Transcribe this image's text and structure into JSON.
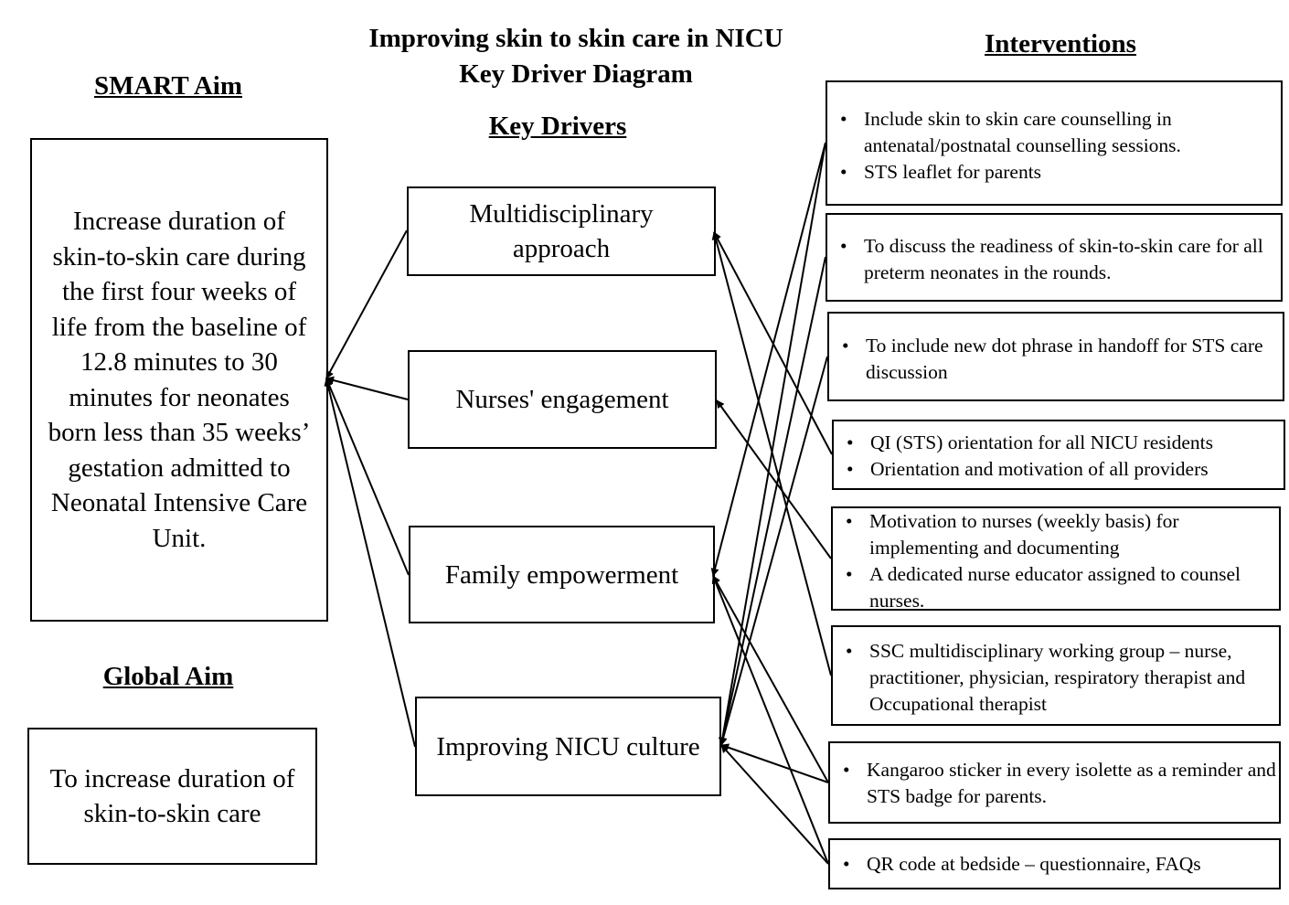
{
  "title": {
    "line1": "Improving skin to skin care in NICU",
    "line2": "Key Driver Diagram"
  },
  "headings": {
    "smart_aim": "SMART Aim",
    "key_drivers": "Key Drivers",
    "interventions": "Interventions",
    "global_aim": "Global Aim"
  },
  "smart_aim": {
    "text": "Increase duration of skin-to-skin care during the first four weeks of life from the baseline of 12.8 minutes to 30 minutes for neonates born less than 35 weeks’ gestation admitted to Neonatal Intensive Care Unit."
  },
  "global_aim": {
    "text": "To increase duration of skin-to-skin care"
  },
  "drivers": [
    {
      "label": "Multidisciplinary approach"
    },
    {
      "label": "Nurses' engagement"
    },
    {
      "label": "Family empowerment"
    },
    {
      "label": "Improving NICU culture"
    }
  ],
  "interventions": [
    {
      "items": [
        "Include skin to skin care counselling in antenatal/postnatal counselling sessions.",
        "STS leaflet for parents"
      ]
    },
    {
      "items": [
        "To discuss the readiness of skin-to-skin care for all preterm neonates in the rounds."
      ]
    },
    {
      "items": [
        "To include new dot phrase in handoff for STS care discussion"
      ]
    },
    {
      "items": [
        "QI (STS) orientation for all NICU residents",
        "Orientation and motivation of all providers"
      ]
    },
    {
      "items": [
        "Motivation to nurses (weekly basis) for implementing and documenting",
        "A dedicated nurse educator assigned to counsel nurses."
      ]
    },
    {
      "items": [
        "SSC multidisciplinary working group – nurse, practitioner, physician, respiratory therapist and Occupational therapist"
      ]
    },
    {
      "items": [
        "Kangaroo sticker in every isolette as a reminder and STS badge for parents."
      ]
    },
    {
      "items": [
        "QR code at bedside – questionnaire, FAQs"
      ]
    }
  ],
  "links": {
    "driver_to_aim": [
      0,
      1,
      2,
      3
    ],
    "intervention_to_driver": [
      [
        0,
        2
      ],
      [
        0,
        3
      ],
      [
        1,
        3
      ],
      [
        2,
        3
      ],
      [
        3,
        0
      ],
      [
        4,
        1
      ],
      [
        5,
        0
      ],
      [
        6,
        2
      ],
      [
        6,
        3
      ],
      [
        7,
        2
      ],
      [
        7,
        3
      ]
    ]
  }
}
